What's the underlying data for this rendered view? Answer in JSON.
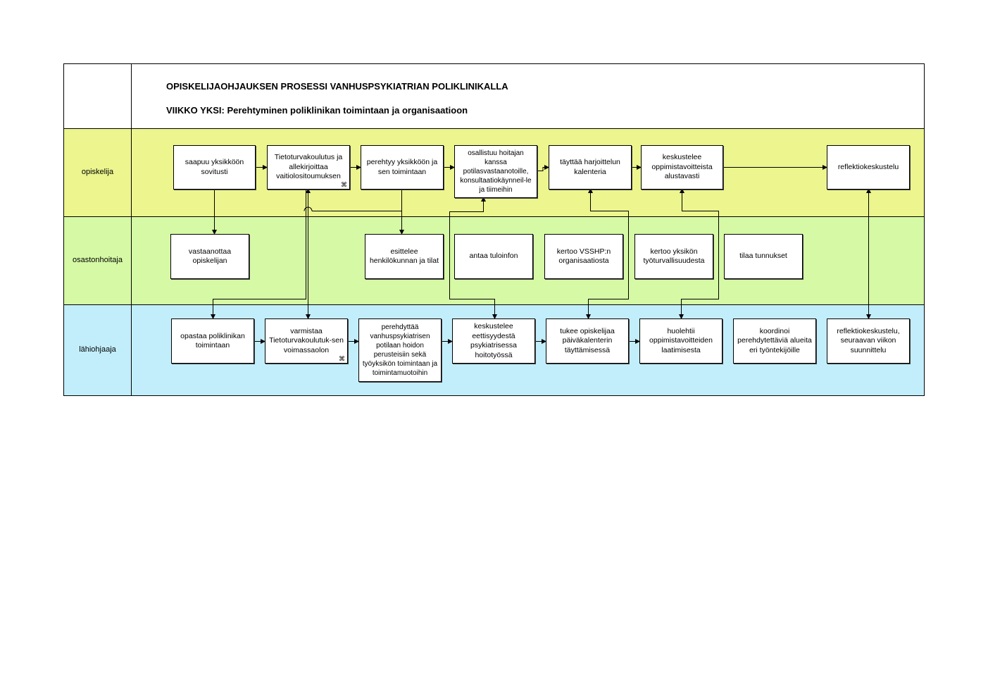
{
  "header": {
    "title": "OPISKELIJAOHJAUKSEN PROSESSI VANHUSPSYKIATRIAN POLIKLINIKALLA",
    "subtitle": "VIIKKO YKSI: Perehtyminen poliklinikan toimintaan ja organisaatioon"
  },
  "colors": {
    "lane_opiskelija": "#ecf58e",
    "lane_osastonhoitaja": "#d6f9a5",
    "lane_lahiohjaaja": "#c2eefb",
    "border": "#000000",
    "box_fill": "#ffffff"
  },
  "lanes": [
    {
      "label": "opiskelija"
    },
    {
      "label": "osastonhoitaja"
    },
    {
      "label": "lähiohjaaja"
    }
  ],
  "boxes": {
    "o1": "saapuu yksikköön sovitusti",
    "o2": "Tietoturvakoulutus ja allekirjoittaa vaitiolositoumuksen",
    "o3": "perehtyy yksikköön ja sen toimintaan",
    "o4": "osallistuu hoitajan kanssa potilasvastaanotoille, konsultaatiokäynneil-le ja tiimeihin",
    "o5": "täyttää harjoittelun kalenteria",
    "o6": "keskustelee oppimistavoitteista alustavasti",
    "o7": "reflektiokeskustelu",
    "h1": "vastaanottaa opiskelijan",
    "h2": "esittelee henkilökunnan ja tilat",
    "h3": "antaa tuloinfon",
    "h4": "kertoo VSSHP:n organisaatiosta",
    "h5": "kertoo yksikön työturvallisuudesta",
    "h6": "tilaa tunnukset",
    "l1": "opastaa poliklinikan toimintaan",
    "l2": "varmistaa Tietoturvakoulutuk-sen voimassaolon",
    "l3": "perehdyttää vanhuspsykiatrisen potilaan hoidon perusteisiin sekä työyksikön toimintaan ja toimintamuotoihin",
    "l4": "keskustelee eettisyydestä psykiatrisessa hoitotyössä",
    "l5": "tukee opiskelijaa päiväkalenterin täyttämisessä",
    "l6": "huolehtii oppimistavoitteiden laatimisesta",
    "l7": "koordinoi perehdytettäviä alueita eri työntekijöille",
    "l8": "reflektiokeskustelu, seuraavan viikon suunnittelu"
  },
  "icons": {
    "document_link": "document-link-icon"
  }
}
